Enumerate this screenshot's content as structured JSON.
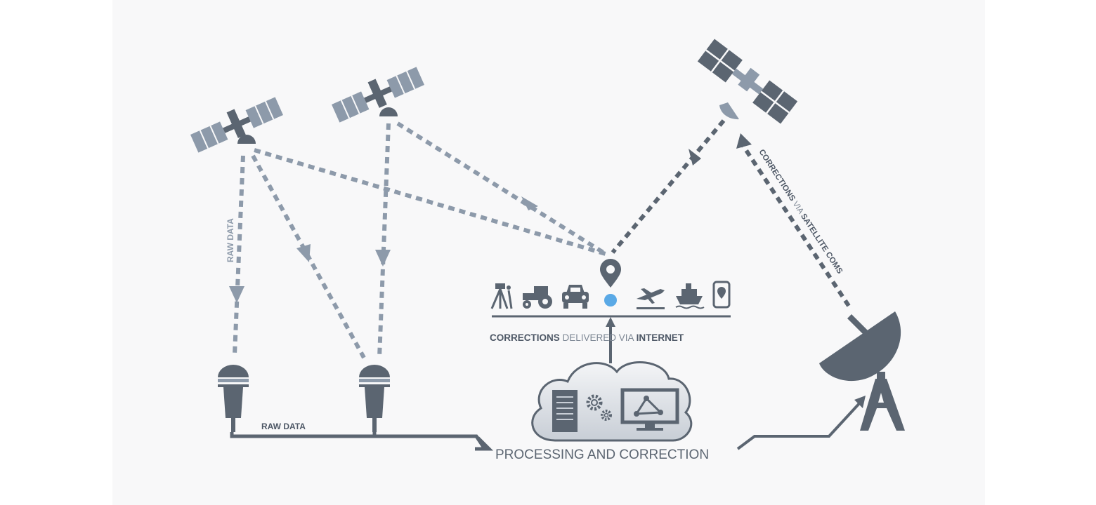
{
  "labels": {
    "raw_data_vertical": "RAW DATA",
    "raw_data_horizontal": "RAW DATA",
    "processing": "PROCESSING AND CORRECTION",
    "corrections_internet": {
      "part1": "CORRECTIONS",
      "part2": " DELIVERED VIA ",
      "part3": "INTERNET"
    },
    "corrections_satellite": {
      "part1": "CORRECTIONS",
      "part2": " VIA ",
      "part3": "SATELLITE COMS"
    }
  },
  "colors": {
    "background": "#ffffff",
    "panel": "#f8f8f9",
    "dark": "#5b6571",
    "light": "#8d9aaa",
    "accent_blue": "#5aa9e6",
    "text_dark": "#4e5866",
    "text_light": "#7d8794"
  },
  "icons": [
    "satellite-icon",
    "gnss-reference-station-icon",
    "cloud-icon",
    "server-icon",
    "gears-icon",
    "monitor-network-icon",
    "location-pin-icon",
    "surveyor-icon",
    "tractor-icon",
    "car-icon",
    "airplane-icon",
    "ship-icon",
    "mobile-phone-icon",
    "satellite-dish-icon"
  ]
}
